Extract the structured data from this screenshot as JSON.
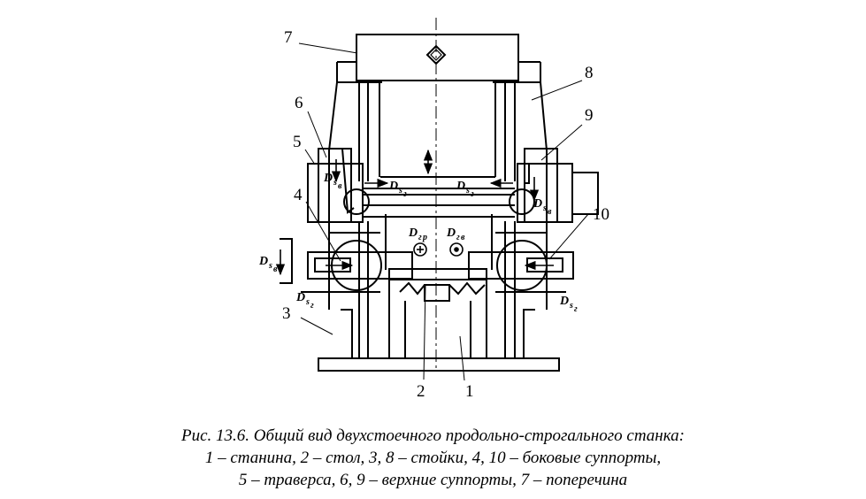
{
  "labels": {
    "n1": "1",
    "n2": "2",
    "n3": "3",
    "n4": "4",
    "n5": "5",
    "n6": "6",
    "n7": "7",
    "n8": "8",
    "n9": "9",
    "n10": "10"
  },
  "motion": {
    "d": "D",
    "s": "s",
    "sub_g": "г",
    "sub_v": "в",
    "sub_r": "р"
  },
  "caption": {
    "line1": "Рис. 13.6. Общий вид двухстоечного продольно-строгального станка:",
    "line2": "1 – станина, 2 – стол, 3, 8 – стойки, 4, 10 – боковые суппорты,",
    "line3": "5 – траверса, 6, 9 – верхние суппорты, 7 – поперечина"
  }
}
